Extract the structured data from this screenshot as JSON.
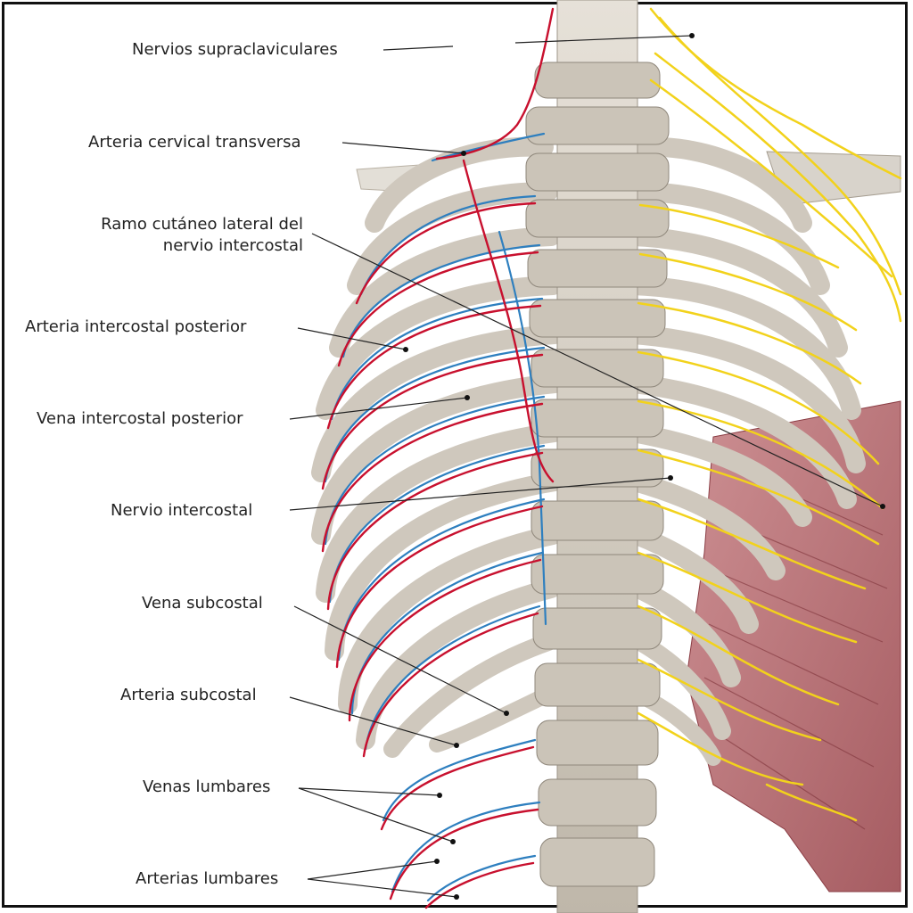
{
  "labels": {
    "supraclavicular": "Nervios supraclaviculares",
    "transverse_cervical": "Arteria cervical transversa",
    "lateral_cutaneous_1": "Ramo cutáneo lateral del",
    "lateral_cutaneous_2": "nervio intercostal",
    "post_ic_artery": "Arteria intercostal posterior",
    "post_ic_vein": "Vena intercostal posterior",
    "ic_nerve": "Nervio intercostal",
    "subcostal_vein": "Vena subcostal",
    "subcostal_artery": "Arteria subcostal",
    "lumbar_veins": "Venas lumbares",
    "lumbar_arteries": "Arterias lumbares"
  },
  "colors": {
    "bone": "#d9d3c9",
    "bone_edge": "#9e968a",
    "artery": "#c8102e",
    "vein": "#2e7fbf",
    "nerve": "#f2d21b",
    "muscle": "#a8545a",
    "leader": "#222222"
  }
}
